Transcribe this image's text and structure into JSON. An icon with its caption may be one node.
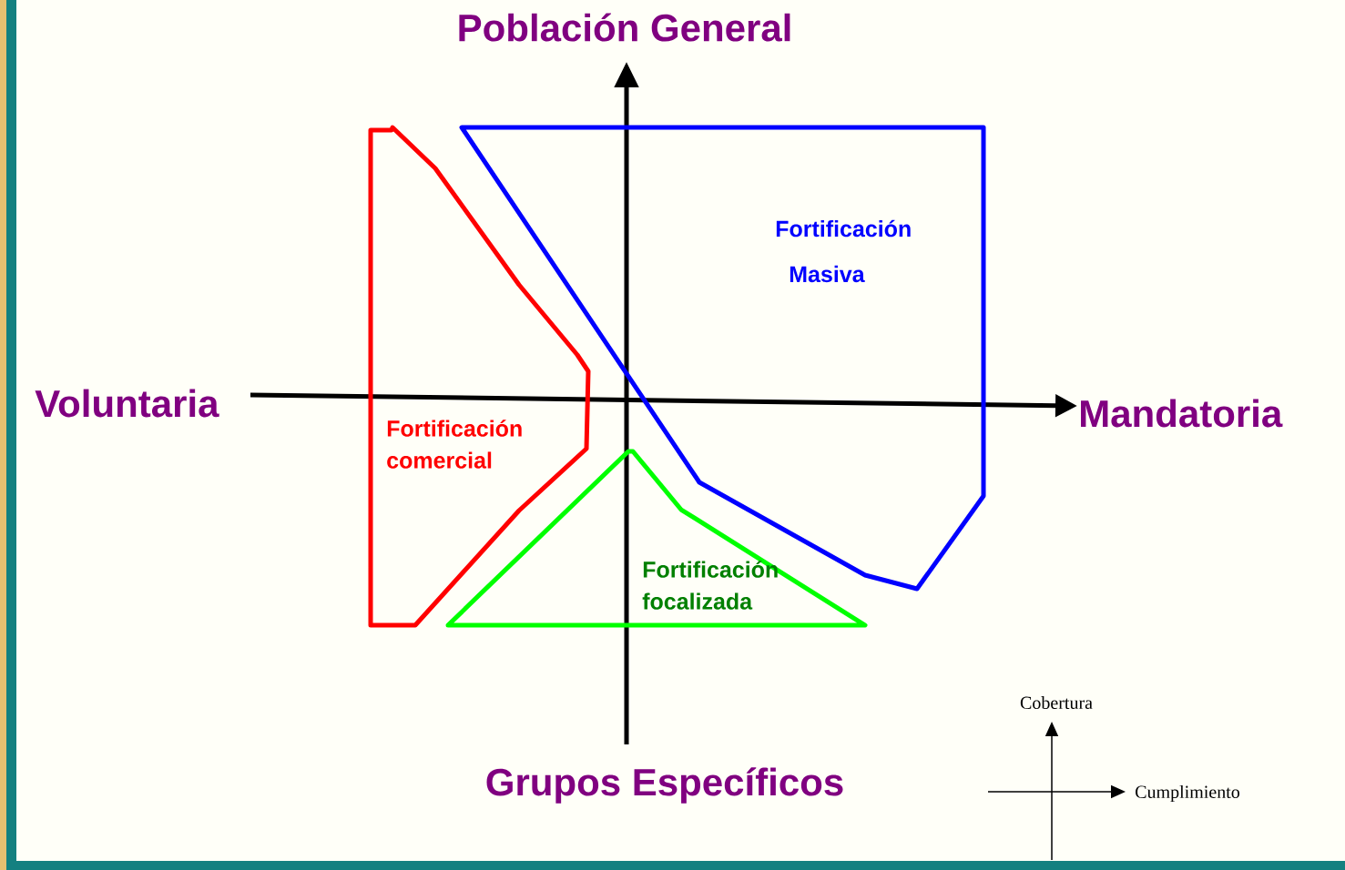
{
  "diagram": {
    "nodes": [
      {
        "text": [
          "Fortificación comercial"
        ]
      },
      {
        "text": [
          "Fortificación",
          "Masiva"
        ]
      },
      {
        "text": [
          "Fortificación focalizada"
        ]
      }
    ],
    "labels": [
      "Población General",
      "Voluntaria",
      "Mandatoria",
      "Grupos Específicos",
      "Cobertura",
      "Cumplimiento"
    ]
  }
}
